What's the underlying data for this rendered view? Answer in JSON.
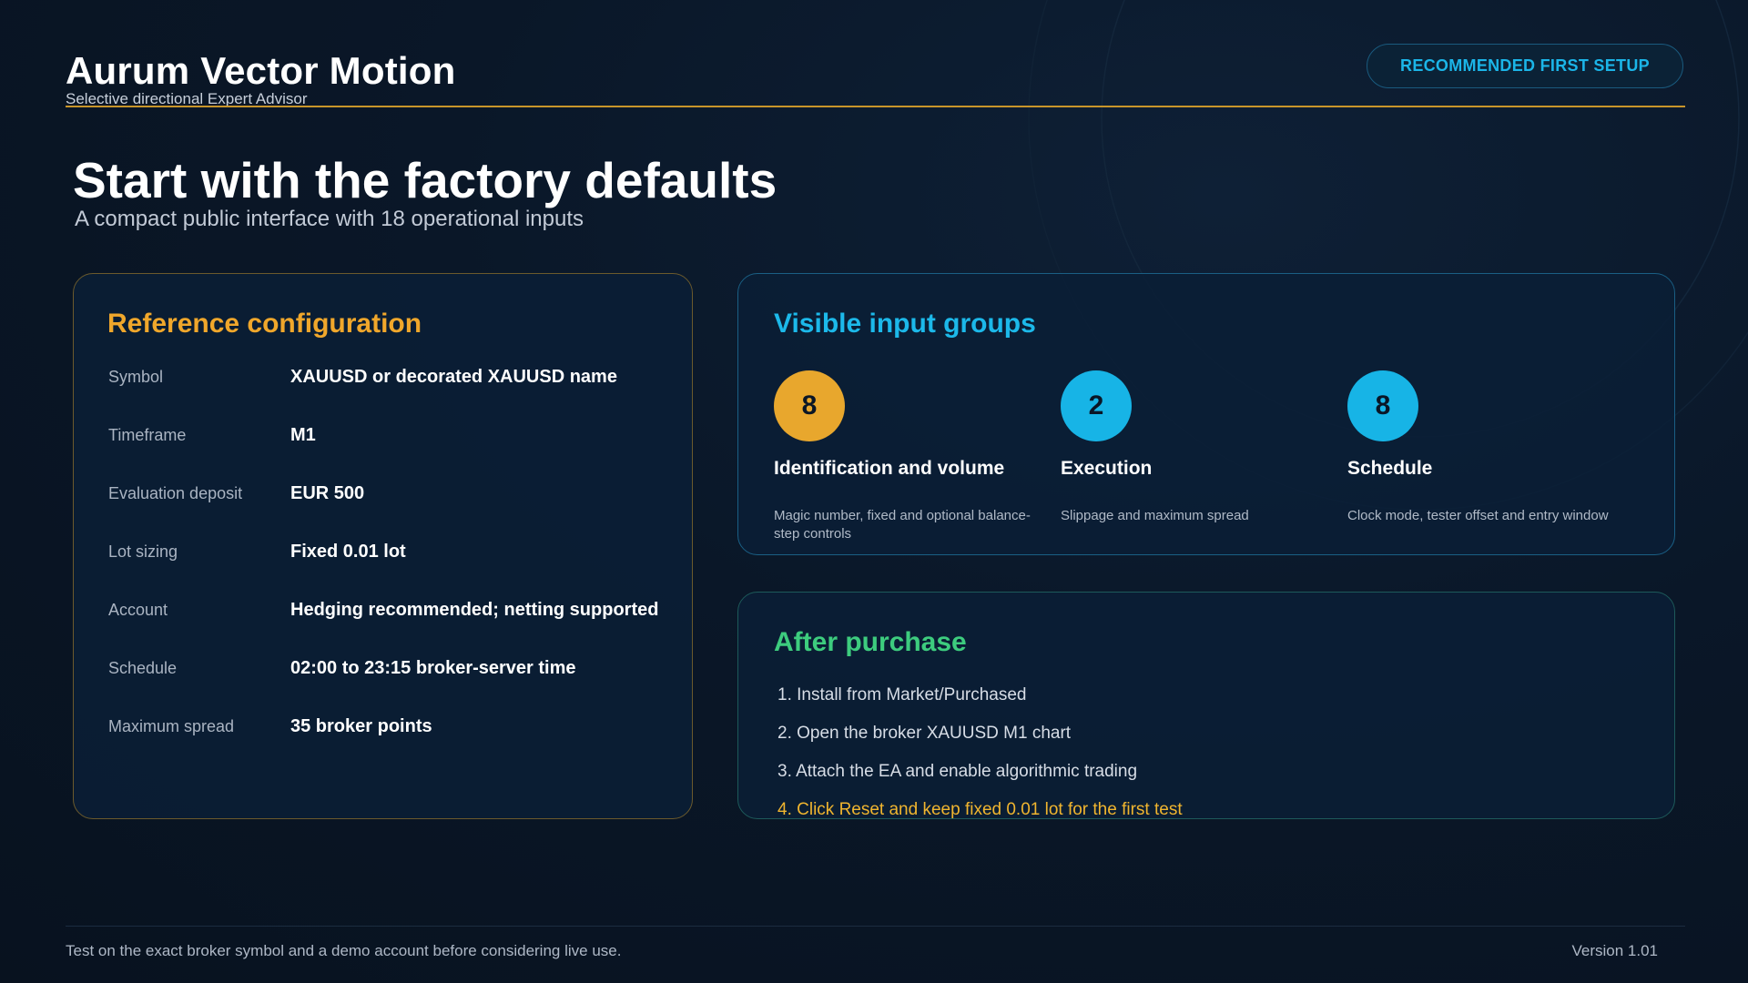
{
  "header": {
    "title": "Aurum Vector Motion",
    "subtitle": "Selective directional Expert Advisor",
    "badge": "RECOMMENDED FIRST SETUP"
  },
  "page": {
    "title": "Start with the factory defaults",
    "subtitle": "A compact public interface with 18 operational inputs"
  },
  "reference": {
    "title": "Reference configuration",
    "rows": [
      {
        "label": "Symbol",
        "value": "XAUUSD or decorated XAUUSD name"
      },
      {
        "label": "Timeframe",
        "value": "M1"
      },
      {
        "label": "Evaluation deposit",
        "value": "EUR 500"
      },
      {
        "label": "Lot sizing",
        "value": "Fixed 0.01 lot"
      },
      {
        "label": "Account",
        "value": "Hedging recommended; netting supported"
      },
      {
        "label": "Schedule",
        "value": "02:00 to 23:15 broker-server time"
      },
      {
        "label": "Maximum spread",
        "value": "35 broker points"
      }
    ]
  },
  "groups": {
    "title": "Visible input groups",
    "items": [
      {
        "count": "8",
        "name": "Identification and volume",
        "description": "Magic number, fixed and optional balance-step controls",
        "color": "#e8a72d"
      },
      {
        "count": "2",
        "name": "Execution",
        "description": "Slippage and maximum spread",
        "color": "#17b4e6"
      },
      {
        "count": "8",
        "name": "Schedule",
        "description": "Clock mode, tester offset and entry window",
        "color": "#17b4e6"
      }
    ]
  },
  "after": {
    "title": "After purchase",
    "steps": [
      "1. Install from Market/Purchased",
      "2. Open the broker XAUUSD M1 chart",
      "3. Attach the EA and enable algorithmic trading",
      "4. Click Reset and keep fixed 0.01 lot for the first test"
    ]
  },
  "footer": {
    "note": "Test on the exact broker symbol and a demo account before considering live use.",
    "version": "Version 1.01"
  },
  "colors": {
    "accent_gold": "#f0a72b",
    "accent_blue": "#1cb9ea",
    "accent_green": "#3dcc7e",
    "background": "#0a1728"
  }
}
